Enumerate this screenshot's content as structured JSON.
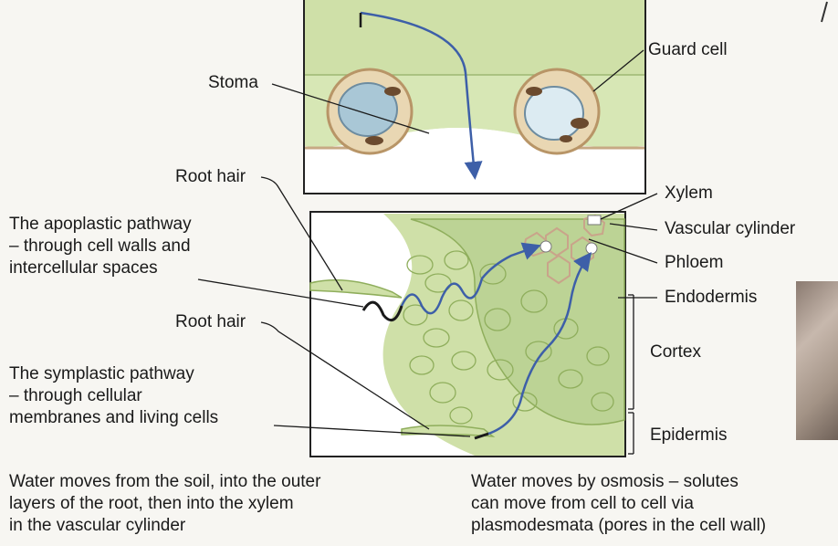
{
  "labels": {
    "stoma": "Stoma",
    "guard_cell": "Guard cell",
    "root_hair_top": "Root hair",
    "root_hair_bottom": "Root hair",
    "xylem": "Xylem",
    "vascular_cylinder": "Vascular cylinder",
    "phloem": "Phloem",
    "endodermis": "Endodermis",
    "cortex": "Cortex",
    "epidermis": "Epidermis",
    "apoplastic": "The apoplastic pathway\n– through cell walls and\nintercellular spaces",
    "symplastic": "The symplastic pathway\n– through cellular\nmembranes and living cells"
  },
  "captions": {
    "left": "Water moves from the soil, into the outer\nlayers of the root, then into the xylem\nin the vascular cylinder",
    "right": "Water moves by osmosis – solutes\ncan move from cell to cell via\nplasmodesmata (pores in the cell wall)"
  },
  "colors": {
    "leaf_green": "#cfe0a8",
    "cell_green": "#b9d490",
    "cell_wall": "#8fae5c",
    "arrow_blue": "#3d5fa8",
    "guard_cell_fill": "#e9d7b3",
    "vacuole_blue": "#a9c7d6"
  }
}
